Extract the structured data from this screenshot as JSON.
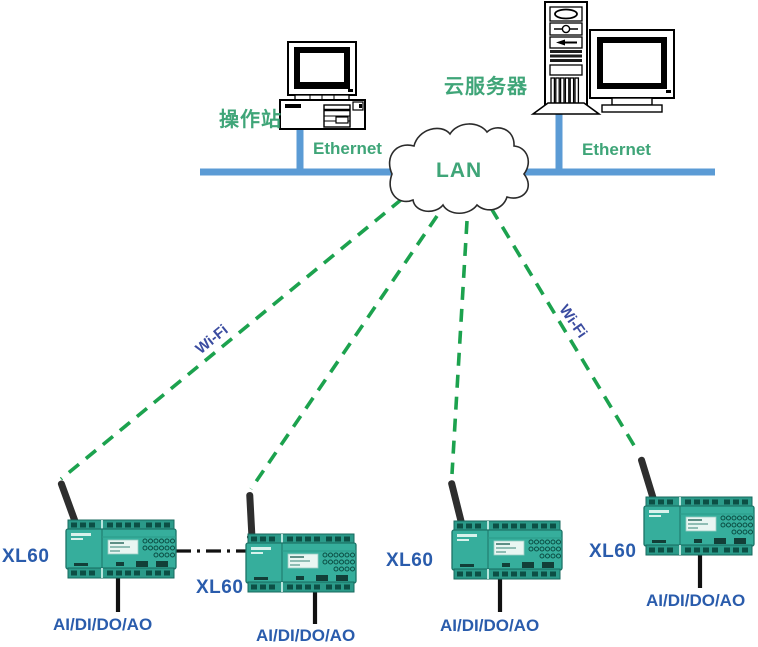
{
  "nodes": {
    "operator_station": {
      "label": "操作站"
    },
    "cloud_server": {
      "label": "云服务器"
    },
    "lan_cloud": {
      "label": "LAN"
    },
    "ethernet_left": {
      "label": "Ethernet"
    },
    "ethernet_right": {
      "label": "Ethernet"
    },
    "wifi_left": {
      "label": "Wi-Fi"
    },
    "wifi_right": {
      "label": "Wi-Fi"
    }
  },
  "devices": [
    {
      "model": "XL60",
      "io": "AI/DI/DO/AO"
    },
    {
      "model": "XL60",
      "io": "AI/DI/DO/AO"
    },
    {
      "model": "XL60",
      "io": "AI/DI/DO/AO"
    },
    {
      "model": "XL60",
      "io": "AI/DI/DO/AO"
    }
  ],
  "colors": {
    "bus_blue": "#5B9BD5",
    "label_green": "#3FA578",
    "wifi_dash_green": "#1CA24E",
    "wifi_text_blue": "#3B4CA0",
    "device_label_blue": "#2A5CAC",
    "device_teal": "#36AE9C"
  }
}
